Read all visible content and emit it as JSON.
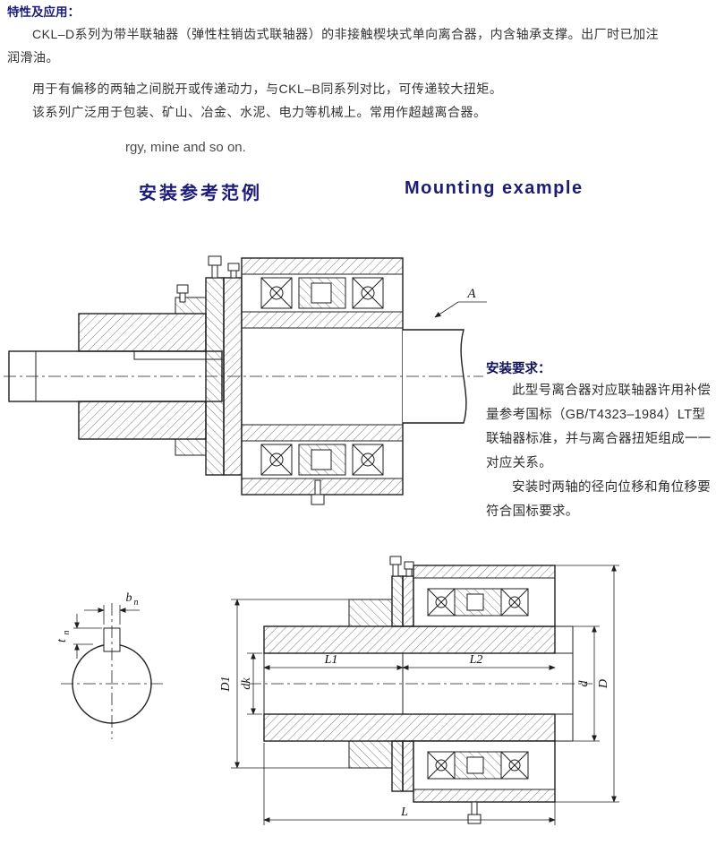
{
  "colors": {
    "heading": "#1c1c78",
    "body_text": "#333333",
    "drawing_line": "#1f1f1f",
    "background": "#ffffff"
  },
  "intro": {
    "title": "特性及应用：",
    "lines": [
      "CKL–D系列为带半联轴器（弹性柱销齿式联轴器）的非接触楔块式单向离合器，内含轴承支撑。出厂时已加注",
      "润滑油。",
      "用于有偏移的两轴之间脱开或传递动力，与CKL–B同系列对比，可传递较大扭矩。",
      "该系列广泛用于包装、矿山、冶金、水泥、电力等机械上。常用作超越离合器。"
    ],
    "english_fragment": "rgy, mine and so on."
  },
  "headings": {
    "cn": "安装参考范例",
    "en": "Mounting example"
  },
  "install_note": {
    "title": "安装要求：",
    "para1": "此型号离合器对应联轴器许用补偿量参考国标（GB/T4323–1984）LT型联轴器标准，并与离合器扭矩组成一一对应关系。",
    "para2": "安装时两轴的径向位移和角位移要符合国标要求。"
  },
  "drawing_labels": {
    "section": "A",
    "b_main": "b",
    "b_sub": "n",
    "t_main": "t",
    "t_sub": "n",
    "D1": "D1",
    "dk": "dk",
    "L1": "L1",
    "L2": "L2",
    "d": "d",
    "D": "D",
    "L": "L"
  }
}
